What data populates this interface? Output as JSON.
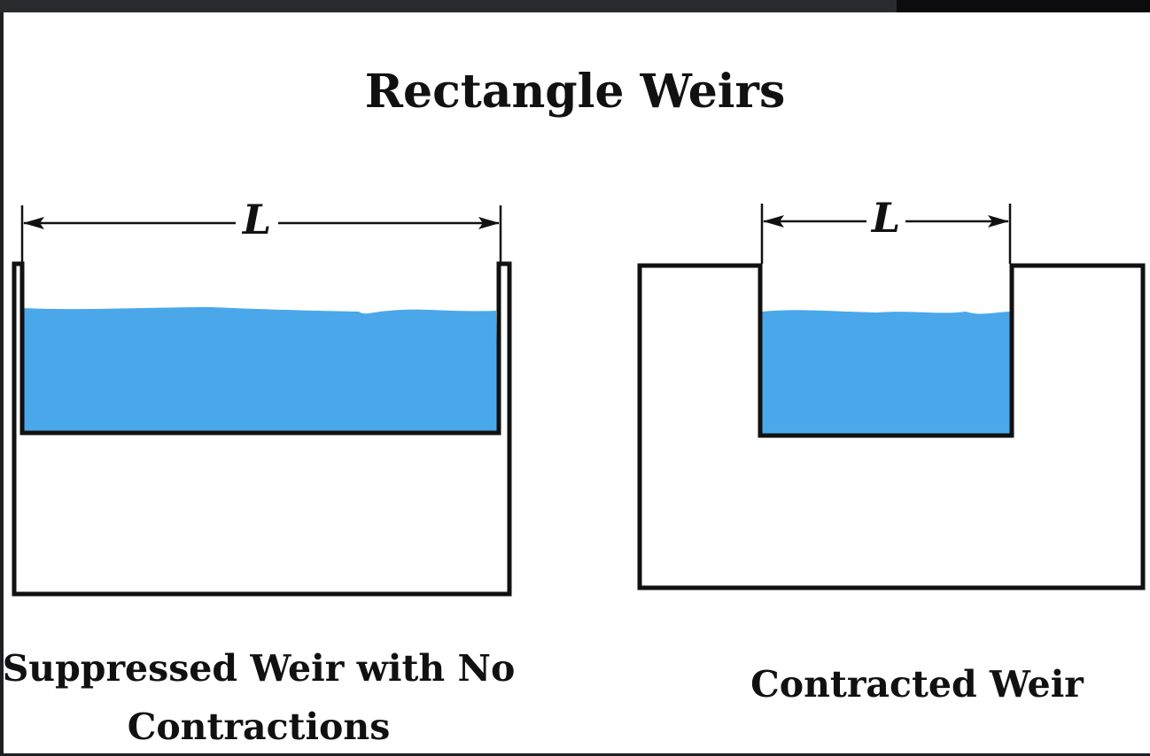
{
  "title": "Rectangle Weirs",
  "weirs": [
    {
      "caption": "Suppressed Weir with No Contractions",
      "dimension_label": "L"
    },
    {
      "caption": "Contracted Weir",
      "dimension_label": "L"
    }
  ],
  "colors": {
    "water": "#4aa8ea",
    "outline": "#111111",
    "background": "#ffffff"
  }
}
